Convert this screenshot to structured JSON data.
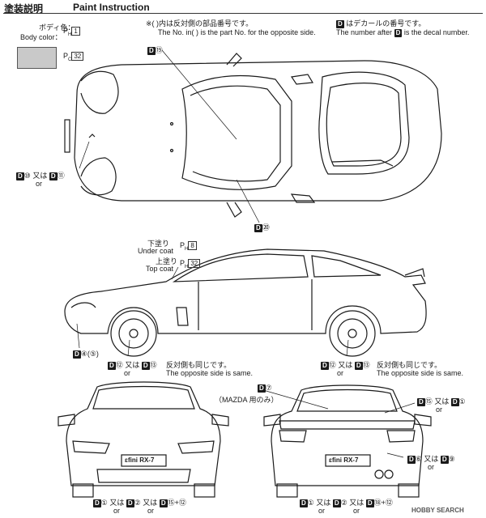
{
  "header": {
    "title_jp": "塗装説明",
    "title_en": "Paint Instruction"
  },
  "notes": {
    "paren_jp": "※(  )内は反対側の部品番号です。",
    "paren_en": "The No. in(  ) is the part No. for the opposite side.",
    "decal_jp": "はデカールの番号です。",
    "decal_en": "The number after",
    "decal_en2": "is the decal number.",
    "decal_letter": "D"
  },
  "body_color": {
    "label_jp": "ボディ色：",
    "label_en": "Body color：",
    "ref1": "1",
    "ref2": "32",
    "swatch_color": "#c9c9c9"
  },
  "top_view": {
    "decal_top": "⑲",
    "decal_bottom": "⑳",
    "left_decal_a": "⑩",
    "left_or_jp": "又は",
    "left_decal_b": "⑪",
    "left_or_en": "or"
  },
  "side_view": {
    "under_jp": "下塗り",
    "under_en": "Under coat",
    "under_ref": "8",
    "top_jp": "上塗り",
    "top_en": "Top coat",
    "top_ref": "32",
    "decal_front": "④(⑤)",
    "wheel_left": {
      "a": "⑫",
      "or_jp": "又は",
      "b": "⑬",
      "or_en": "or"
    },
    "wheel_right": {
      "a": "⑫",
      "or_jp": "又は",
      "b": "⑬",
      "or_en": "or"
    },
    "same_jp": "反対側も同じです。",
    "same_en": "The opposite side is same."
  },
  "front_view": {
    "plate": "ɛfini RX-7",
    "bottom": {
      "a": "①",
      "or_jp1": "又は",
      "b": "②",
      "or_jp2": "又は",
      "c": "⑮+⑫",
      "or_en1": "or",
      "or_en2": "or"
    }
  },
  "rear_view": {
    "decal_top": "⑦",
    "mazda_note": "（MAZDA 用のみ）",
    "right_top": {
      "a": "⑮",
      "or_jp": "又は",
      "b": "①",
      "or_en": "or"
    },
    "right_mid": {
      "a": "⑥",
      "or_jp": "又は",
      "b": "⑨",
      "or_en": "or"
    },
    "plate": "ɛfini RX-7",
    "bottom": {
      "a": "①",
      "or_jp1": "又は",
      "b": "②",
      "or_jp2": "又は",
      "c": "⑱+⑫",
      "or_en1": "or",
      "or_en2": "or"
    }
  },
  "watermark": "HOBBY SEARCH"
}
